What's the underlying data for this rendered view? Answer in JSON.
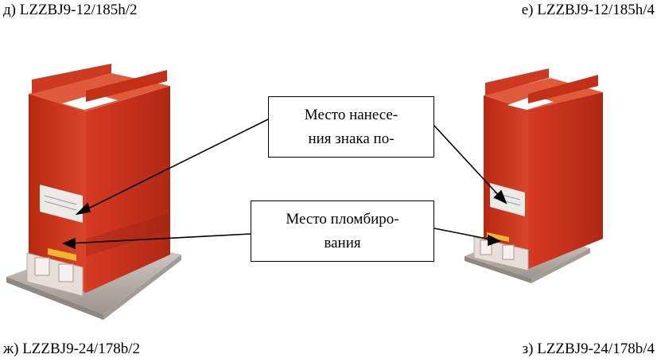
{
  "captions": {
    "top_left": "д) LZZBJ9-12/185h/2",
    "top_right": "е) LZZBJ9-12/185h/4",
    "bottom_left": "ж) LZZBJ9-24/178b/2",
    "bottom_right": "з) LZZBJ9-24/178b/4"
  },
  "callouts": {
    "marking_place": {
      "line1": "Место нанесе-",
      "line2": "ния знака по-"
    },
    "sealing_place": {
      "line1": "Место пломбиро-",
      "line2": "вания"
    }
  },
  "colors": {
    "transformer_body": "#c8301c",
    "transformer_shadow": "#a82414",
    "base_plate": "#b9b2ad",
    "label_plate": "#e8e4df"
  }
}
